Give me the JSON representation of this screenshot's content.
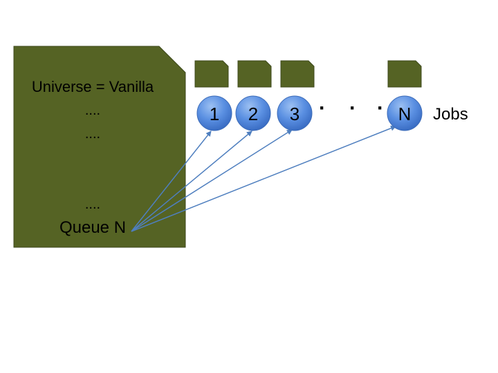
{
  "submit_file": {
    "lines": [
      "Universe = Vanilla",
      "....",
      "....",
      "....",
      "Queue N"
    ],
    "fill": "#556324",
    "stroke": "#3e4a1c"
  },
  "jobs": {
    "label": "Jobs",
    "items": [
      "1",
      "2",
      "3",
      "N"
    ],
    "ellipsis": [
      "·",
      "·",
      "·"
    ],
    "circle_fill": "#4f86dc",
    "circle_stroke": "#3d6cb8",
    "arrow_color": "#4f7fbf"
  }
}
